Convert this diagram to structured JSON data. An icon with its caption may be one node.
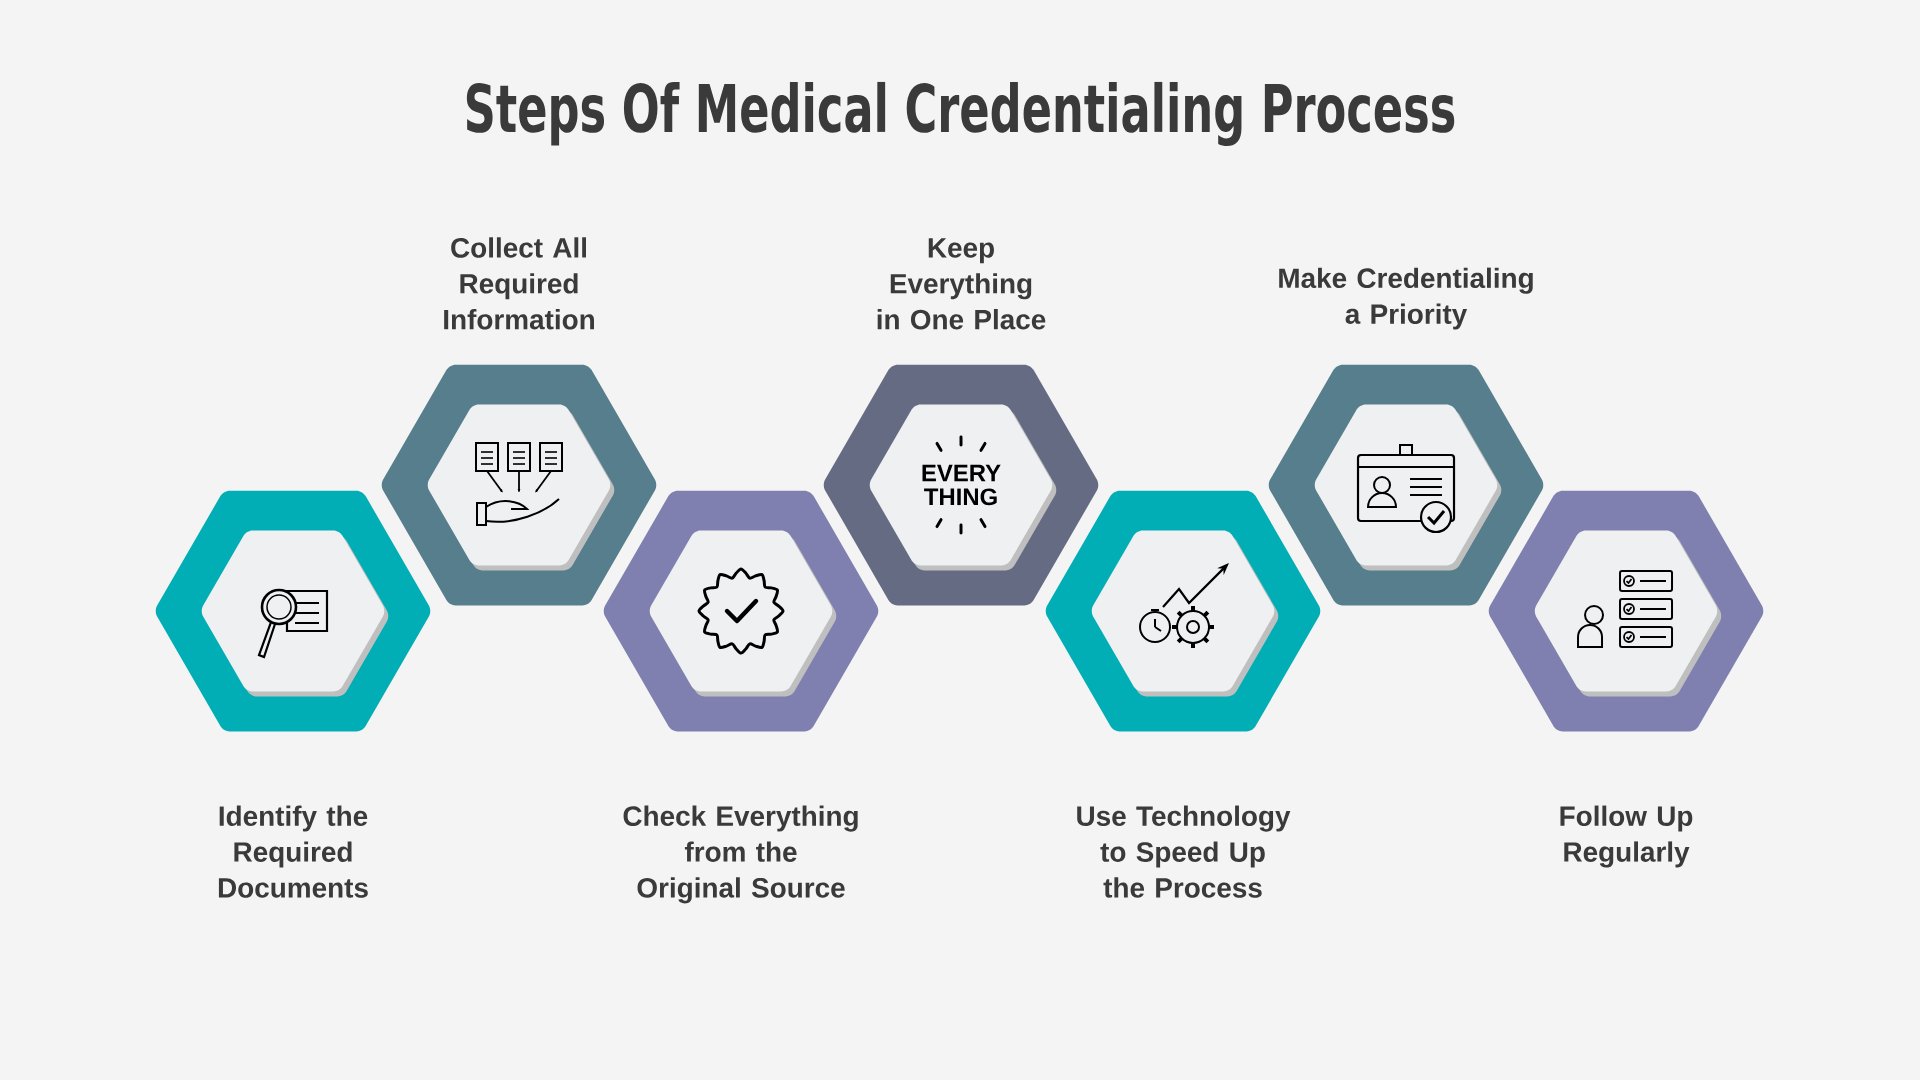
{
  "diagram": {
    "title": "Steps Of Medical Credentialing Process",
    "nodes": [
      {
        "text": [
          "Identify the Required Documents"
        ]
      },
      {
        "text": [
          "Collect All Required Information"
        ]
      },
      {
        "text": [
          "Check Everything from the Original Source"
        ]
      },
      {
        "text": [
          "Keep Everything in One Place"
        ]
      },
      {
        "text": [
          "Use Technology to Speed Up the Process"
        ]
      },
      {
        "text": [
          "Make Credentialing a Priority"
        ]
      },
      {
        "text": [
          "Follow Up Regularly"
        ]
      }
    ],
    "labels": [
      "EVERY THING"
    ]
  }
}
